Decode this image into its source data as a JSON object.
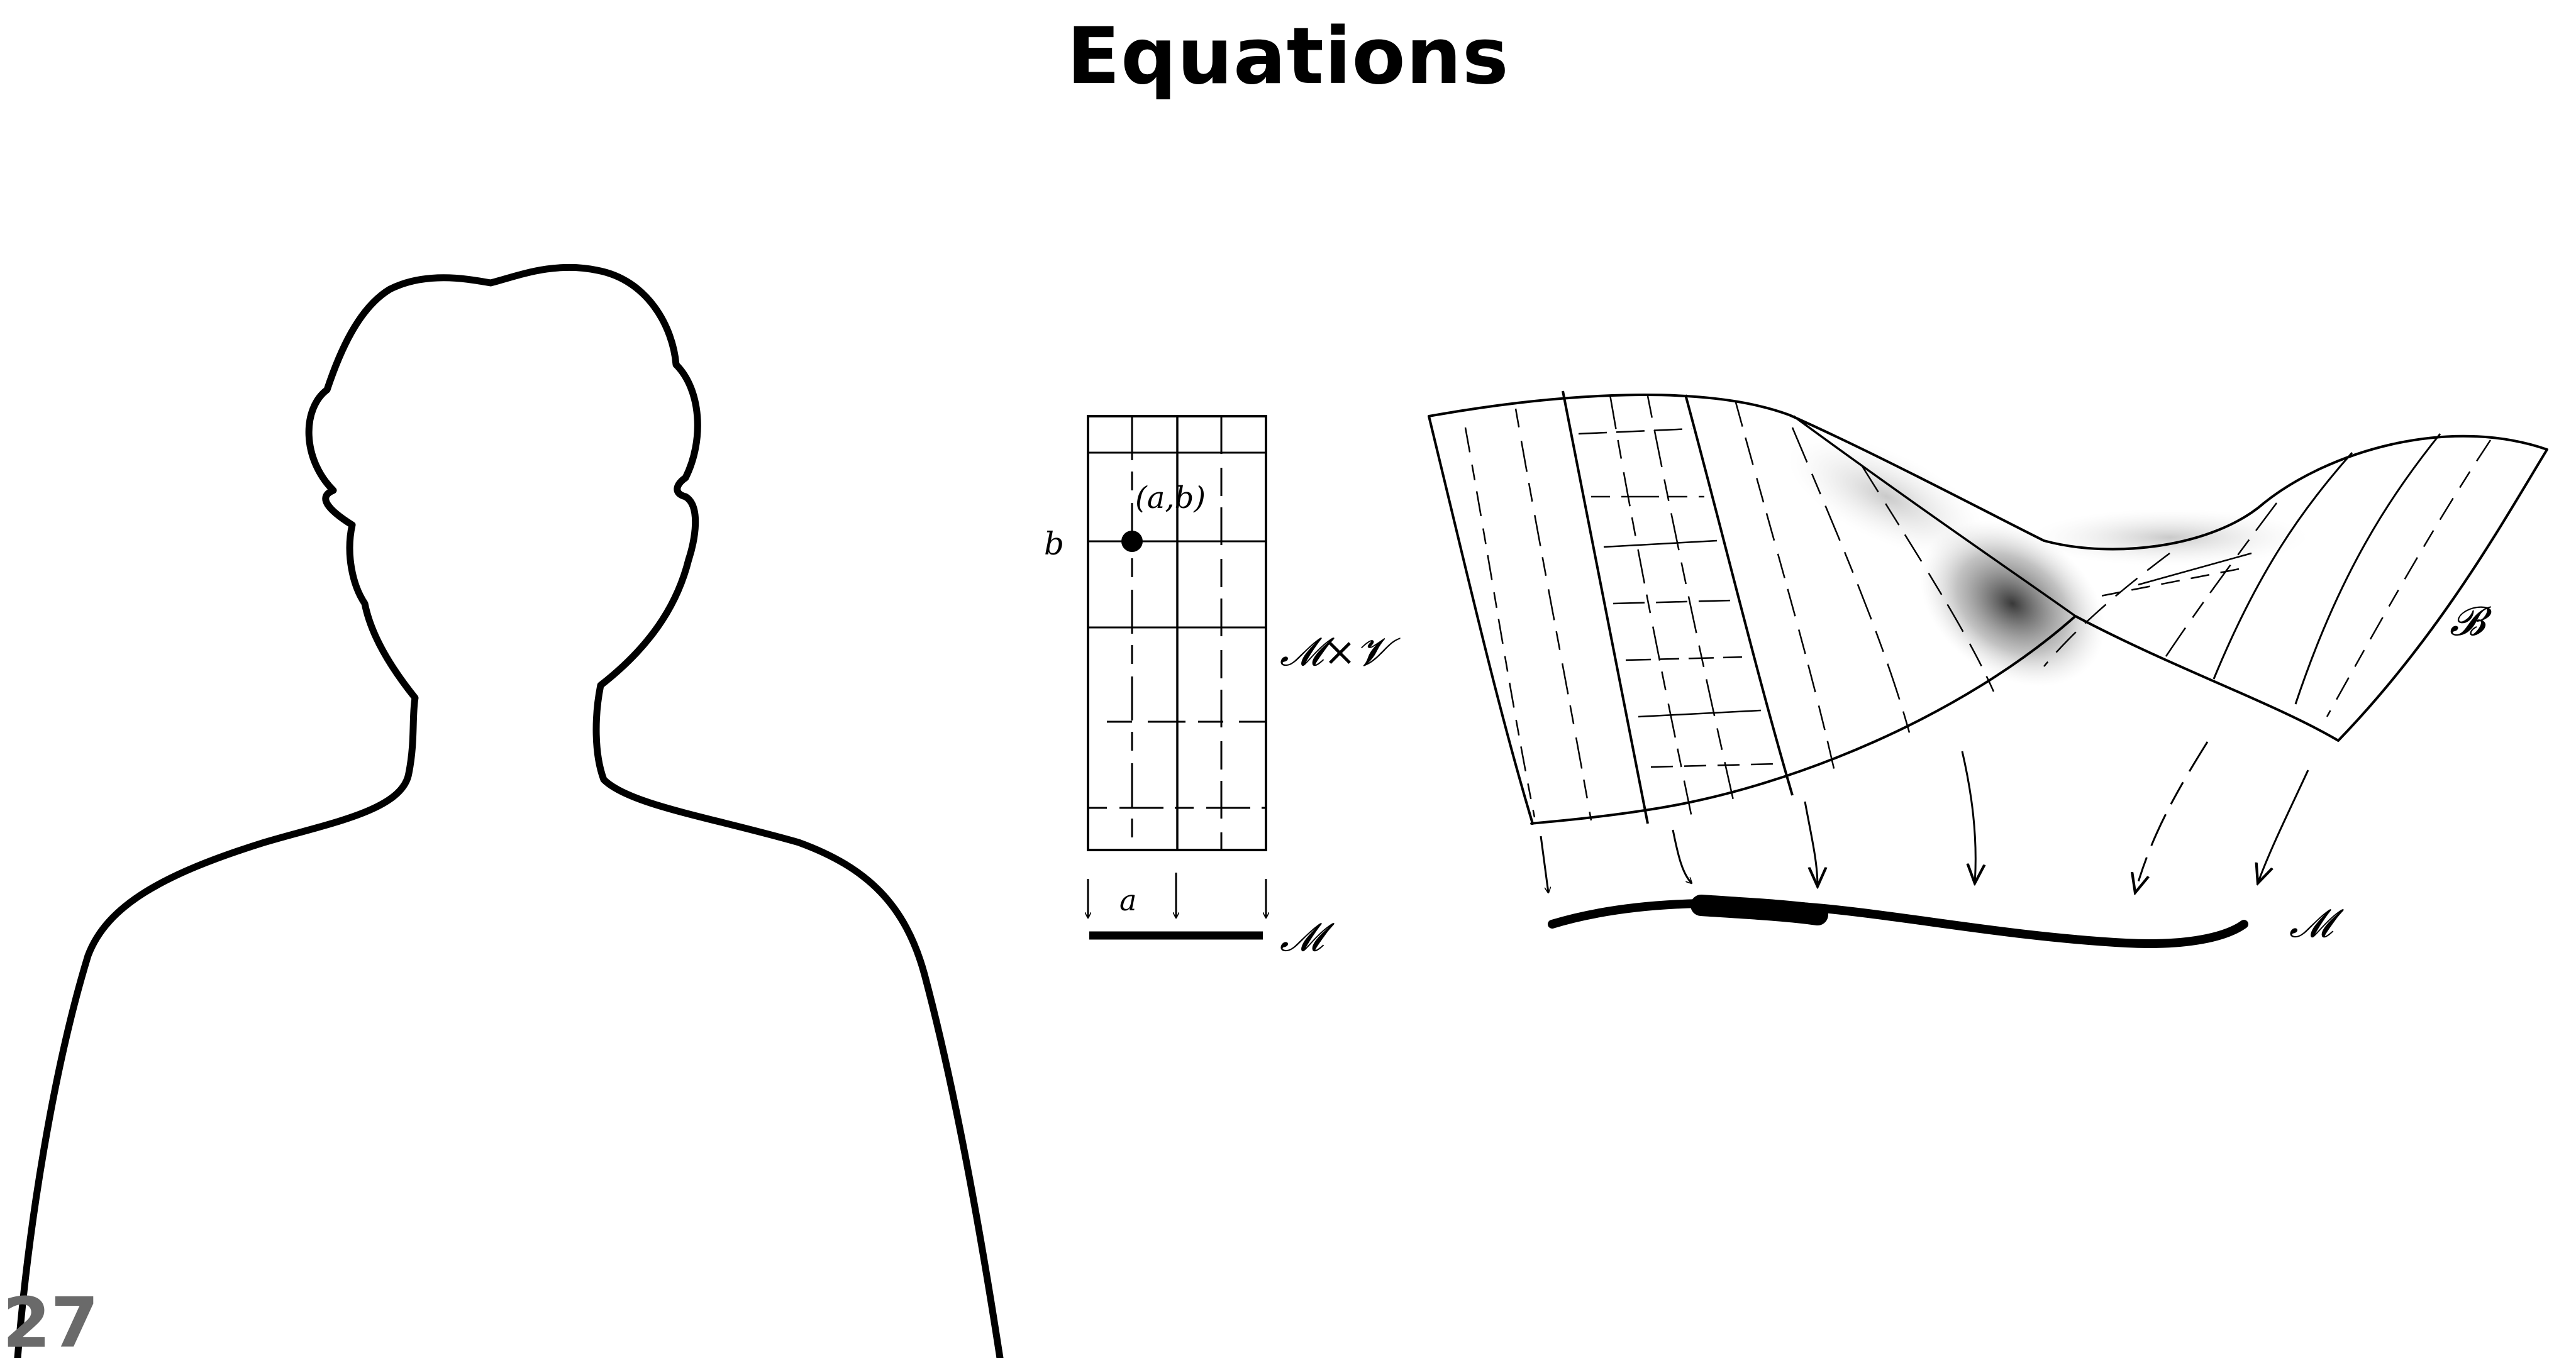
{
  "slide": {
    "title": "Equations",
    "page_number": "27"
  },
  "product_diagram": {
    "point_label": "(a,b)",
    "vertical_coord_label": "b",
    "horizontal_coord_label": "a",
    "space_label": "𝓜×𝓥",
    "base_label": "𝓜"
  },
  "bundle_diagram": {
    "total_space_label": "𝓑",
    "base_label": "𝓜"
  }
}
